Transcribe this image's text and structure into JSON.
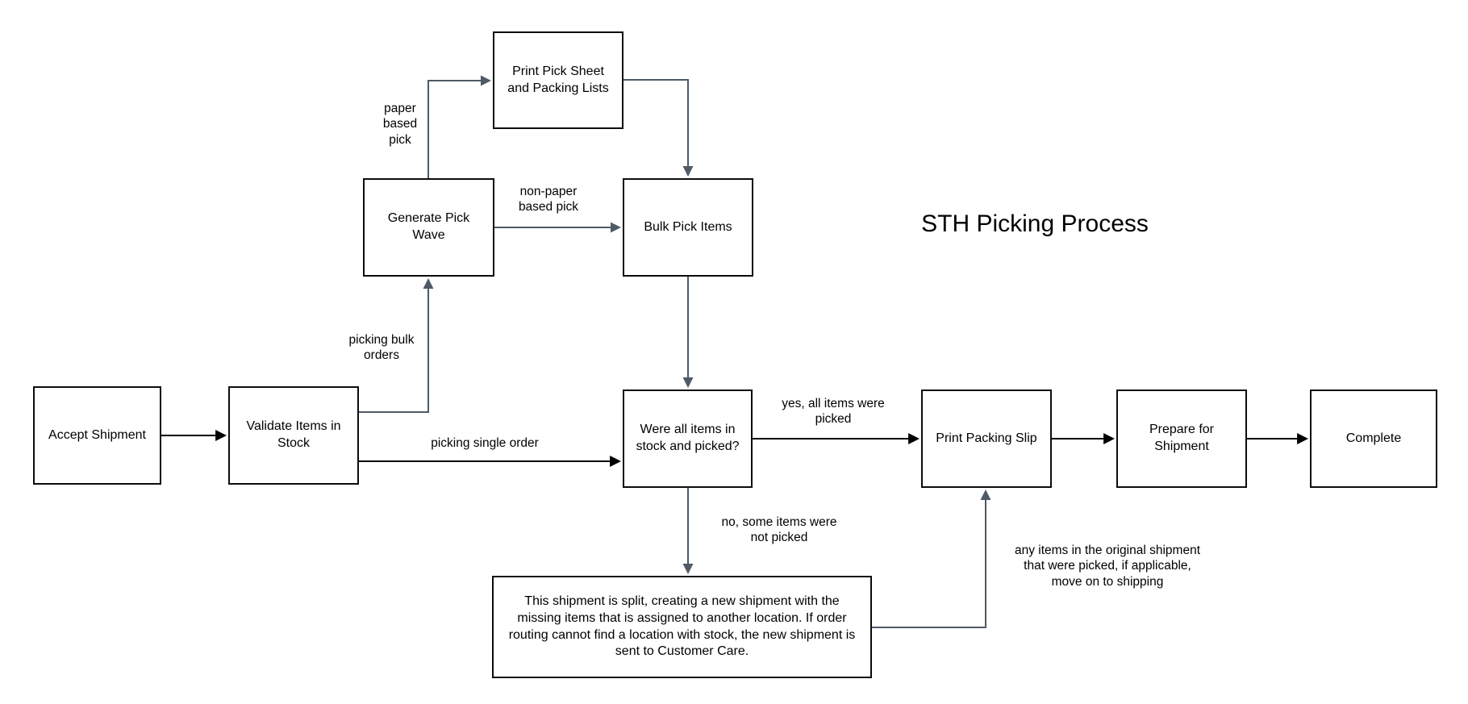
{
  "title": "STH Picking Process",
  "colors": {
    "background": "#ffffff",
    "box_fill": "#ffffff",
    "box_border": "#0a0c0e",
    "edge_black": "#000000",
    "edge_slate": "#4f5a66",
    "text": "#000000"
  },
  "nodes": [
    {
      "id": "accept-shipment",
      "label": "Accept Shipment"
    },
    {
      "id": "validate-items",
      "label": "Validate Items in Stock"
    },
    {
      "id": "generate-pick-wave",
      "label": "Generate Pick Wave"
    },
    {
      "id": "print-pick-sheet",
      "label": "Print Pick Sheet and Packing Lists"
    },
    {
      "id": "bulk-pick-items",
      "label": "Bulk Pick Items"
    },
    {
      "id": "stock-picked-decision",
      "label": "Were all items in stock and picked?"
    },
    {
      "id": "print-packing-slip",
      "label": "Print Packing Slip"
    },
    {
      "id": "prepare-for-shipment",
      "label": "Prepare for Shipment"
    },
    {
      "id": "complete",
      "label": "Complete"
    },
    {
      "id": "split-shipment",
      "label": "This shipment is split, creating a new shipment with the missing items that is assigned to another location. If order routing cannot find a location with stock, the new shipment is sent to Customer Care."
    }
  ],
  "edges": [
    {
      "from": "accept-shipment",
      "to": "validate-items",
      "label": ""
    },
    {
      "from": "validate-items",
      "to": "generate-pick-wave",
      "label": "picking bulk\norders"
    },
    {
      "from": "generate-pick-wave",
      "to": "print-pick-sheet",
      "label": "paper\nbased\npick"
    },
    {
      "from": "generate-pick-wave",
      "to": "bulk-pick-items",
      "label": "non-paper\nbased pick"
    },
    {
      "from": "print-pick-sheet",
      "to": "bulk-pick-items",
      "label": ""
    },
    {
      "from": "bulk-pick-items",
      "to": "stock-picked-decision",
      "label": ""
    },
    {
      "from": "validate-items",
      "to": "stock-picked-decision",
      "label": "picking single order"
    },
    {
      "from": "stock-picked-decision",
      "to": "print-packing-slip",
      "label": "yes, all items were\npicked"
    },
    {
      "from": "stock-picked-decision",
      "to": "split-shipment",
      "label": "no, some items were\nnot picked"
    },
    {
      "from": "split-shipment",
      "to": "print-packing-slip",
      "label": "any items in the original shipment\nthat were picked, if applicable,\nmove on to shipping"
    },
    {
      "from": "print-packing-slip",
      "to": "prepare-for-shipment",
      "label": ""
    },
    {
      "from": "prepare-for-shipment",
      "to": "complete",
      "label": ""
    }
  ]
}
